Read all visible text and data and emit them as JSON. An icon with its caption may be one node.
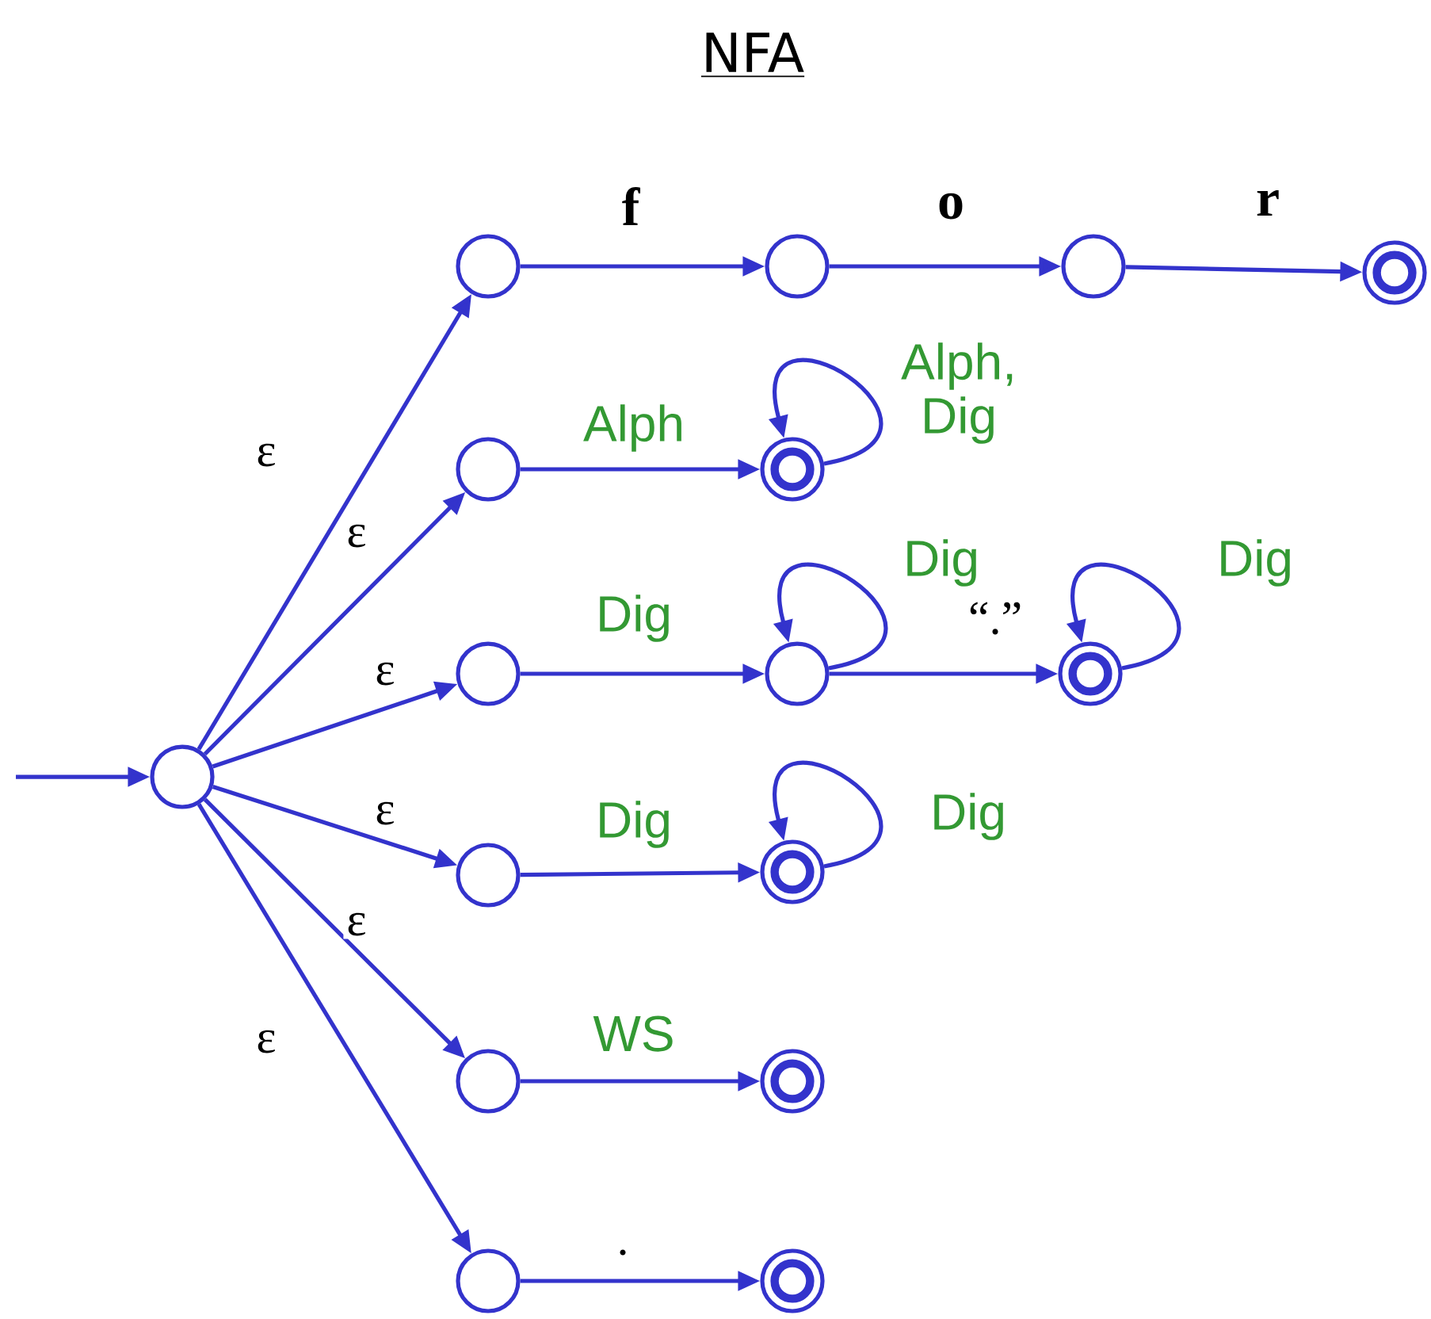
{
  "diagram": {
    "title": "NFA",
    "nodes": [
      {
        "text": [],
        "shape": "circle"
      },
      {
        "text": [],
        "shape": "circle"
      },
      {
        "text": [],
        "shape": "circle"
      },
      {
        "text": [],
        "shape": "circle"
      },
      {
        "text": [],
        "shape": "double-circle"
      },
      {
        "text": [],
        "shape": "circle"
      },
      {
        "text": [],
        "shape": "double-circle"
      },
      {
        "text": [],
        "shape": "circle"
      },
      {
        "text": [],
        "shape": "circle"
      },
      {
        "text": [],
        "shape": "double-circle"
      },
      {
        "text": [],
        "shape": "circle"
      },
      {
        "text": [],
        "shape": "double-circle"
      },
      {
        "text": [],
        "shape": "circle"
      },
      {
        "text": [],
        "shape": "double-circle"
      },
      {
        "text": [],
        "shape": "circle"
      },
      {
        "text": [],
        "shape": "double-circle"
      }
    ],
    "edges": [
      {
        "from": null,
        "to": 0,
        "arrow": "to"
      },
      {
        "from": 0,
        "to": 1,
        "arrow": "to",
        "label": "ε"
      },
      {
        "from": 0,
        "to": 5,
        "arrow": "to",
        "label": "ε"
      },
      {
        "from": 0,
        "to": 7,
        "arrow": "to",
        "label": "ε"
      },
      {
        "from": 0,
        "to": 10,
        "arrow": "to",
        "label": "ε"
      },
      {
        "from": 0,
        "to": 12,
        "arrow": "to",
        "label": "ε"
      },
      {
        "from": 0,
        "to": 14,
        "arrow": "to",
        "label": "ε"
      },
      {
        "from": 1,
        "to": 2,
        "arrow": "to",
        "label": "f"
      },
      {
        "from": 2,
        "to": 3,
        "arrow": "to",
        "label": "o"
      },
      {
        "from": 3,
        "to": 4,
        "arrow": "to",
        "label": "r"
      },
      {
        "from": 5,
        "to": 6,
        "arrow": "to",
        "label": "Alph"
      },
      {
        "from": 6,
        "to": 6,
        "arrow": "to",
        "label": "Alph, Dig"
      },
      {
        "from": 7,
        "to": 8,
        "arrow": "to",
        "label": "Dig"
      },
      {
        "from": 8,
        "to": 8,
        "arrow": "to",
        "label": "Dig"
      },
      {
        "from": 8,
        "to": 9,
        "arrow": "to",
        "label": "“.”"
      },
      {
        "from": 9,
        "to": 9,
        "arrow": "to",
        "label": "Dig"
      },
      {
        "from": 10,
        "to": 11,
        "arrow": "to",
        "label": "Dig"
      },
      {
        "from": 11,
        "to": 11,
        "arrow": "to",
        "label": "Dig"
      },
      {
        "from": 12,
        "to": 13,
        "arrow": "to",
        "label": "WS"
      },
      {
        "from": 14,
        "to": 15,
        "arrow": "to",
        "label": "."
      }
    ]
  }
}
